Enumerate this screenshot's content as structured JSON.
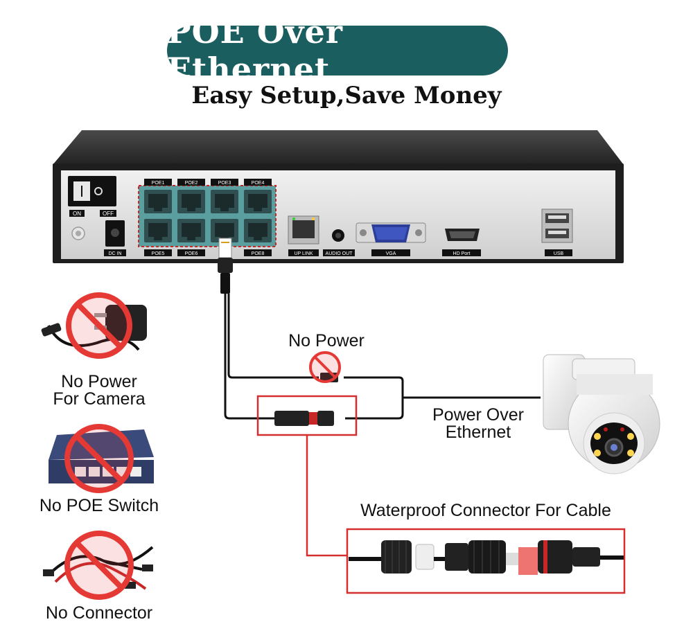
{
  "header": {
    "title": "POE Over Ethernet",
    "subtitle": "Easy Setup,Save Money"
  },
  "nvr": {
    "power_switch": {
      "on_label": "ON",
      "off_label": "OFF"
    },
    "dc_in_label": "DC IN",
    "poe_ports_top": [
      "POE1",
      "POE2",
      "POE3",
      "POE4"
    ],
    "poe_ports_bottom": [
      "POE5",
      "POE6",
      "",
      "POE8"
    ],
    "uplink_label": "UP LINK",
    "audio_out_label": "AUDIO OUT",
    "vga_label": "VGA",
    "hd_port_label": "HD Port",
    "usb_label": "USB"
  },
  "left_items": [
    {
      "line1": "No Power",
      "line2": "For Camera",
      "icon": "power-adapter-icon"
    },
    {
      "line1": "No POE Switch",
      "line2": "",
      "icon": "poe-switch-icon"
    },
    {
      "line1": "No Connector",
      "line2": "",
      "icon": "splitter-cable-icon"
    }
  ],
  "diagram": {
    "no_power_label": "No Power",
    "poe_label_line1": "Power Over",
    "poe_label_line2": "Ethernet",
    "waterproof_label": "Waterproof Connector For Cable"
  },
  "colors": {
    "title_bg": "#1b5e60",
    "highlight_red": "#d32f2f",
    "prohibit_red": "#e53935",
    "poe_port_bg": "#5b9ea0"
  }
}
